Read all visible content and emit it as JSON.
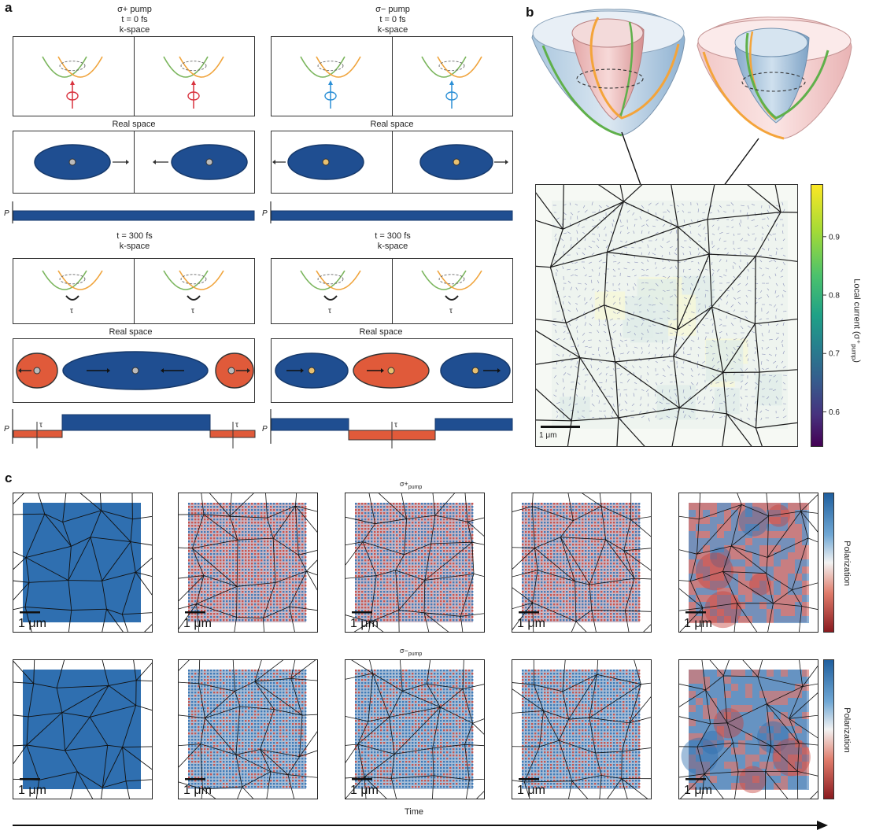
{
  "panel_labels": {
    "a": "a",
    "b": "b",
    "c": "c"
  },
  "panel_a": {
    "left": {
      "pump_label": "σ+ pump",
      "time_top": "t = 0 fs",
      "kspace_top": "k-space",
      "real_space_1": "Real space",
      "time_bottom": "t = 300 fs",
      "kspace_bottom": "k-space",
      "real_space_2": "Real space"
    },
    "right": {
      "pump_label": "σ− pump",
      "time_top": "t = 0 fs",
      "kspace_top": "k-space",
      "real_space_1": "Real space",
      "time_bottom": "t = 300 fs",
      "kspace_bottom": "k-space",
      "real_space_2": "Real space"
    },
    "p_axis": "P",
    "tau": "τ",
    "colors": {
      "blue": "#1f4e91",
      "red": "#e05a3a",
      "green": "#7ab55c",
      "orange": "#f0a43c",
      "pump_red": "#d9333f",
      "pump_blue": "#2b8fd6"
    }
  },
  "panel_b": {
    "colorbar_label": "Local current (σ⁺",
    "colorbar_sub": "pump",
    "colorbar_close": ")",
    "ticks": [
      "0.9",
      "0.8",
      "0.7",
      "0.6"
    ],
    "tick_values": [
      0.9,
      0.8,
      0.7,
      0.6
    ],
    "range": [
      0.54,
      0.99
    ],
    "scale_bar": "1 μm"
  },
  "panel_c": {
    "row1_title": "σ+",
    "row1_sub": "pump",
    "row2_title": "σ−",
    "row2_sub": "pump",
    "scale_bar": "1 μm",
    "colorbar_label": "Polarization",
    "time_label": "Time",
    "colors": {
      "blue": "#2f6fb0",
      "red": "#c8433b"
    }
  }
}
